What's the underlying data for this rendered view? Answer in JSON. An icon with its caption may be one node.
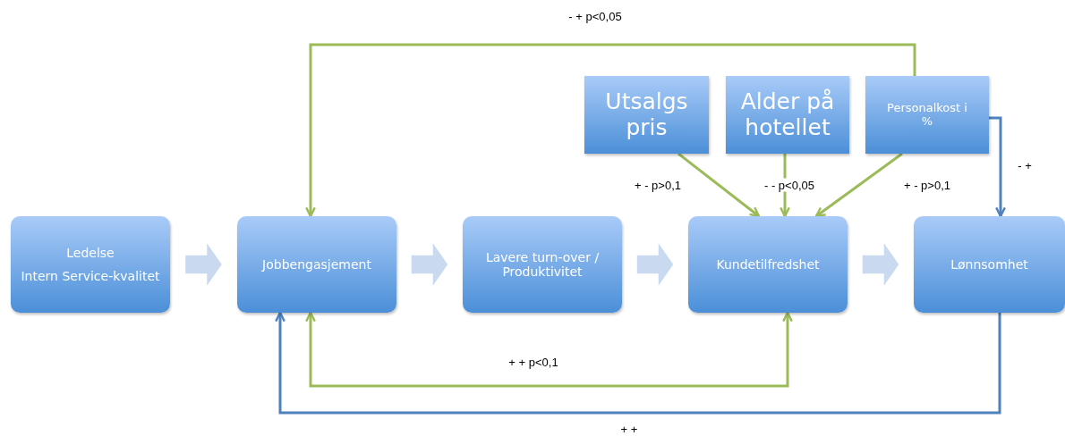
{
  "diagram": {
    "nodes": [
      {
        "text": [
          "Ledelse",
          "Intern Service-kvalitet"
        ]
      },
      {
        "text": [
          "Jobbengasjement"
        ]
      },
      {
        "text": [
          "Lavere turn-over / Produktivitet"
        ]
      },
      {
        "text": [
          "Kundetilfredshet"
        ]
      },
      {
        "text": [
          "Lønnsomhet"
        ]
      },
      {
        "text": [
          "Utsalgs pris"
        ]
      },
      {
        "text": [
          "Alder på hotellet"
        ]
      },
      {
        "text": [
          "Personalkost i %"
        ]
      }
    ],
    "edges": [
      {
        "from": 0,
        "to": 1,
        "arrow": "to",
        "style": "thick",
        "color": "#c9d9ef"
      },
      {
        "from": 1,
        "to": 2,
        "arrow": "to",
        "style": "thick",
        "color": "#c9d9ef"
      },
      {
        "from": 2,
        "to": 3,
        "arrow": "to",
        "style": "thick",
        "color": "#c9d9ef"
      },
      {
        "from": 3,
        "to": 4,
        "arrow": "to",
        "style": "thick",
        "color": "#c9d9ef"
      },
      {
        "from": 7,
        "to": 1,
        "arrow": "to",
        "label": "- + p<0,05",
        "color": "#9bbb59"
      },
      {
        "from": 5,
        "to": 3,
        "arrow": "to",
        "label": "+ - p>0,1",
        "color": "#9bbb59"
      },
      {
        "from": 6,
        "to": 3,
        "arrow": "to",
        "label": "- - p<0,05",
        "color": "#9bbb59"
      },
      {
        "from": 7,
        "to": 3,
        "arrow": "to",
        "label": "+ - p>0,1",
        "color": "#9bbb59"
      },
      {
        "from": 7,
        "to": 4,
        "arrow": "to",
        "label": "- +",
        "color": "#4f81bd"
      },
      {
        "from": 3,
        "to": 1,
        "arrow": "both",
        "label": "+ + p<0,1",
        "color": "#9bbb59"
      },
      {
        "from": 4,
        "to": 1,
        "arrow": "to",
        "label": "+ +",
        "color": "#4f81bd"
      }
    ]
  }
}
